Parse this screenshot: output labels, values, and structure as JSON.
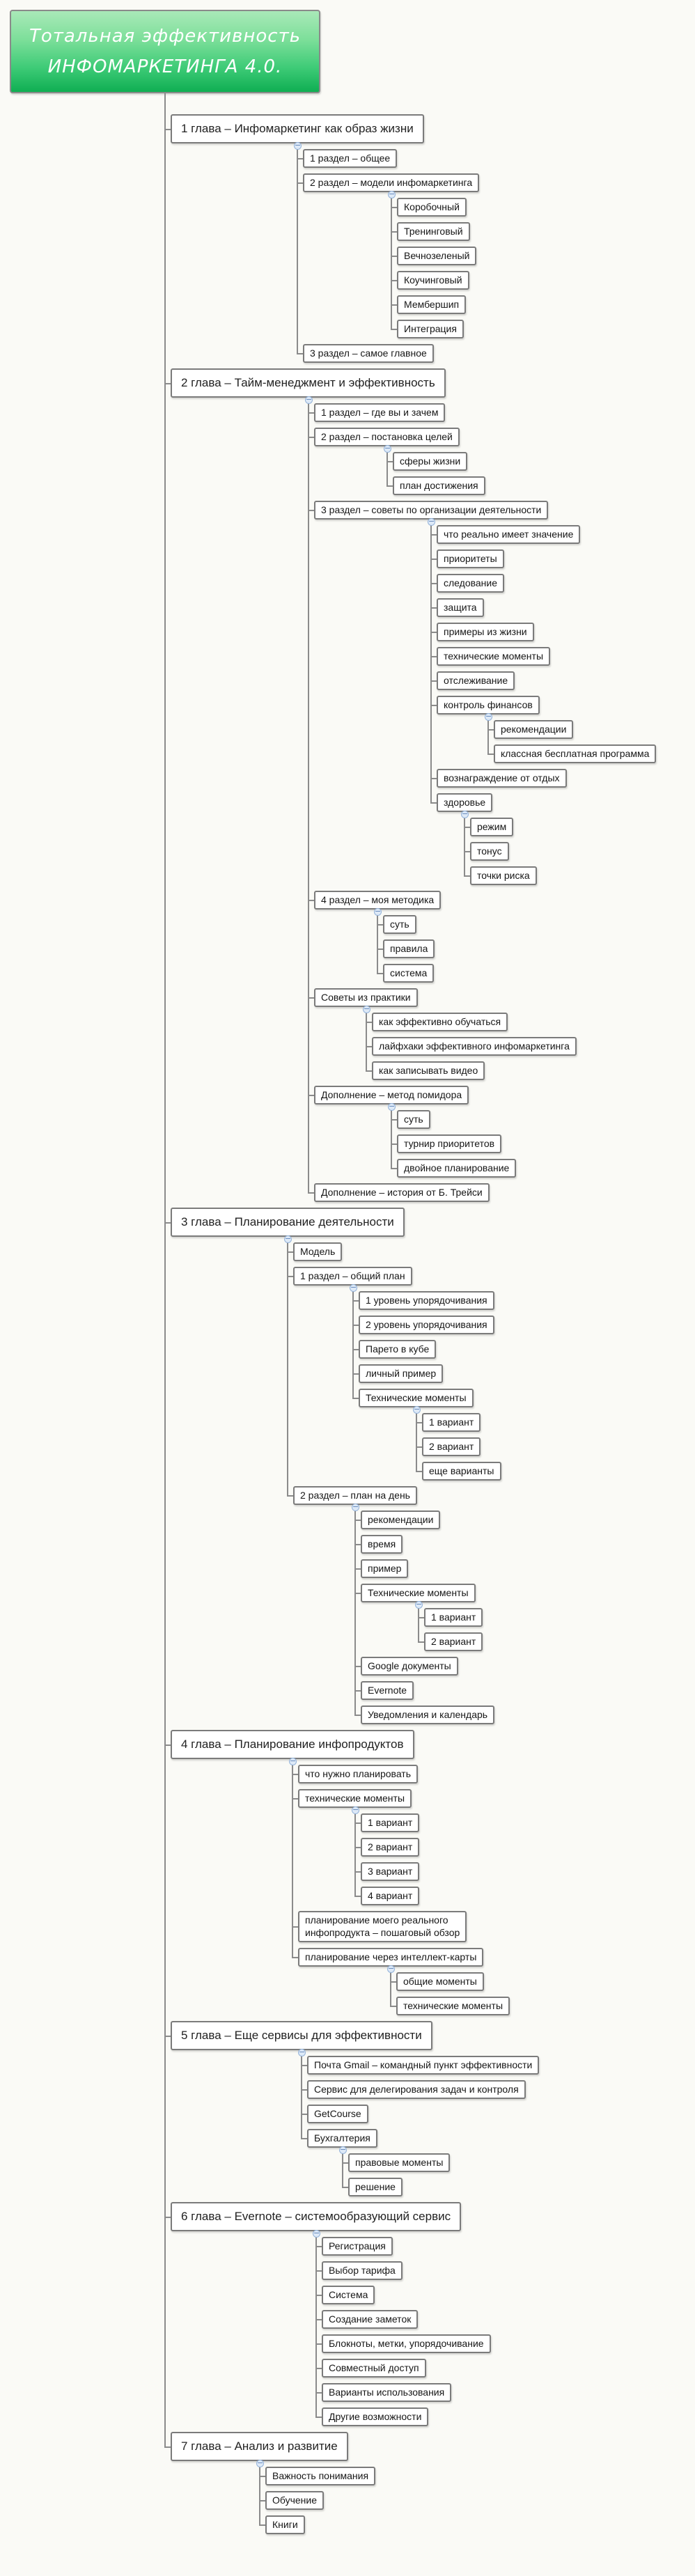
{
  "canvas": {
    "background": "#fafaf6",
    "line_color": "#8b8b8b",
    "box_border_color": "#7b7b7b",
    "root_gradient_top": "#a9e9b8",
    "root_gradient_bottom": "#0fae52",
    "root_text_color": "#ffffff",
    "collapse_icon_bg": "#dde9f7",
    "collapse_icon_border": "#94b3da"
  },
  "icons": {
    "collapse": "−"
  },
  "root": {
    "label": "Тотальная эффективность\nИНФОМАРКЕТИНГА 4.0.",
    "children": [
      {
        "label": "1 глава – Инфомаркетинг как образ жизни",
        "children": [
          {
            "label": "1 раздел – общее"
          },
          {
            "label": "2 раздел – модели инфомаркетинга",
            "children": [
              {
                "label": "Коробочный"
              },
              {
                "label": "Тренинговый"
              },
              {
                "label": "Вечнозеленый"
              },
              {
                "label": "Коучинговый"
              },
              {
                "label": "Мембершип"
              },
              {
                "label": "Интеграция"
              }
            ]
          },
          {
            "label": "3 раздел – самое главное"
          }
        ]
      },
      {
        "label": "2 глава – Тайм-менеджмент и эффективность",
        "children": [
          {
            "label": "1 раздел – где вы и зачем"
          },
          {
            "label": "2 раздел – постановка целей",
            "children": [
              {
                "label": "сферы жизни"
              },
              {
                "label": "план достижения"
              }
            ]
          },
          {
            "label": "3 раздел – советы по организации деятельности",
            "children": [
              {
                "label": "что реально имеет значение"
              },
              {
                "label": "приоритеты"
              },
              {
                "label": "следование"
              },
              {
                "label": "защита"
              },
              {
                "label": "примеры из жизни"
              },
              {
                "label": "технические моменты"
              },
              {
                "label": "отслеживание"
              },
              {
                "label": "контроль финансов",
                "children": [
                  {
                    "label": "рекомендации"
                  },
                  {
                    "label": "классная бесплатная программа"
                  }
                ]
              },
              {
                "label": "вознаграждение от отдых"
              },
              {
                "label": "здоровье",
                "children": [
                  {
                    "label": "режим"
                  },
                  {
                    "label": "тонус"
                  },
                  {
                    "label": "точки риска"
                  }
                ]
              }
            ]
          },
          {
            "label": "4 раздел – моя методика",
            "children": [
              {
                "label": "суть"
              },
              {
                "label": "правила"
              },
              {
                "label": "система"
              }
            ]
          },
          {
            "label": "Советы из практики",
            "children": [
              {
                "label": "как эффективно обучаться"
              },
              {
                "label": "лайфхаки эффективного инфомаркетинга"
              },
              {
                "label": "как записывать видео"
              }
            ]
          },
          {
            "label": "Дополнение – метод помидора",
            "children": [
              {
                "label": "суть"
              },
              {
                "label": "турнир приоритетов"
              },
              {
                "label": "двойное планирование"
              }
            ]
          },
          {
            "label": "Дополнение – история от Б. Трейси"
          }
        ]
      },
      {
        "label": "3 глава – Планирование деятельности",
        "children": [
          {
            "label": "Модель"
          },
          {
            "label": "1 раздел – общий план",
            "children": [
              {
                "label": "1 уровень упорядочивания"
              },
              {
                "label": "2 уровень упорядочивания"
              },
              {
                "label": "Парето в кубе"
              },
              {
                "label": "личный пример"
              },
              {
                "label": "Технические моменты",
                "children": [
                  {
                    "label": "1 вариант"
                  },
                  {
                    "label": "2 вариант"
                  },
                  {
                    "label": "еще варианты"
                  }
                ]
              }
            ]
          },
          {
            "label": "2 раздел – план на день",
            "children": [
              {
                "label": "рекомендации"
              },
              {
                "label": "время"
              },
              {
                "label": "пример"
              },
              {
                "label": "Технические моменты",
                "children": [
                  {
                    "label": "1 вариант"
                  },
                  {
                    "label": "2 вариант"
                  }
                ]
              },
              {
                "label": "Google документы"
              },
              {
                "label": "Evernote"
              },
              {
                "label": "Уведомления и календарь"
              }
            ]
          }
        ]
      },
      {
        "label": "4 глава – Планирование инфопродуктов",
        "children": [
          {
            "label": "что нужно планировать"
          },
          {
            "label": "технические моменты",
            "children": [
              {
                "label": "1 вариант"
              },
              {
                "label": "2 вариант"
              },
              {
                "label": "3 вариант"
              },
              {
                "label": "4 вариант"
              }
            ]
          },
          {
            "label": "планирование моего реального\nинфопродукта – пошаговый обзор"
          },
          {
            "label": "планирование через интеллект-карты",
            "children": [
              {
                "label": "общие моменты"
              },
              {
                "label": "технические моменты"
              }
            ]
          }
        ]
      },
      {
        "label": "5 глава – Еще сервисы для эффективности",
        "children": [
          {
            "label": "Почта Gmail – командный пункт эффективности"
          },
          {
            "label": "Сервис для делегирования задач и контроля"
          },
          {
            "label": "GetCourse"
          },
          {
            "label": "Бухгалтерия",
            "children": [
              {
                "label": "правовые моменты"
              },
              {
                "label": "решение"
              }
            ]
          }
        ]
      },
      {
        "label": "6 глава – Evernote – системообразующий сервис",
        "children": [
          {
            "label": "Регистрация"
          },
          {
            "label": "Выбор тарифа"
          },
          {
            "label": "Система"
          },
          {
            "label": "Создание заметок"
          },
          {
            "label": "Блокноты, метки, упорядочивание"
          },
          {
            "label": "Совместный доступ"
          },
          {
            "label": "Варианты использования"
          },
          {
            "label": "Другие возможности"
          }
        ]
      },
      {
        "label": "7 глава – Анализ и развитие",
        "children": [
          {
            "label": "Важность понимания"
          },
          {
            "label": "Обучение"
          },
          {
            "label": "Книги"
          }
        ]
      }
    ]
  }
}
